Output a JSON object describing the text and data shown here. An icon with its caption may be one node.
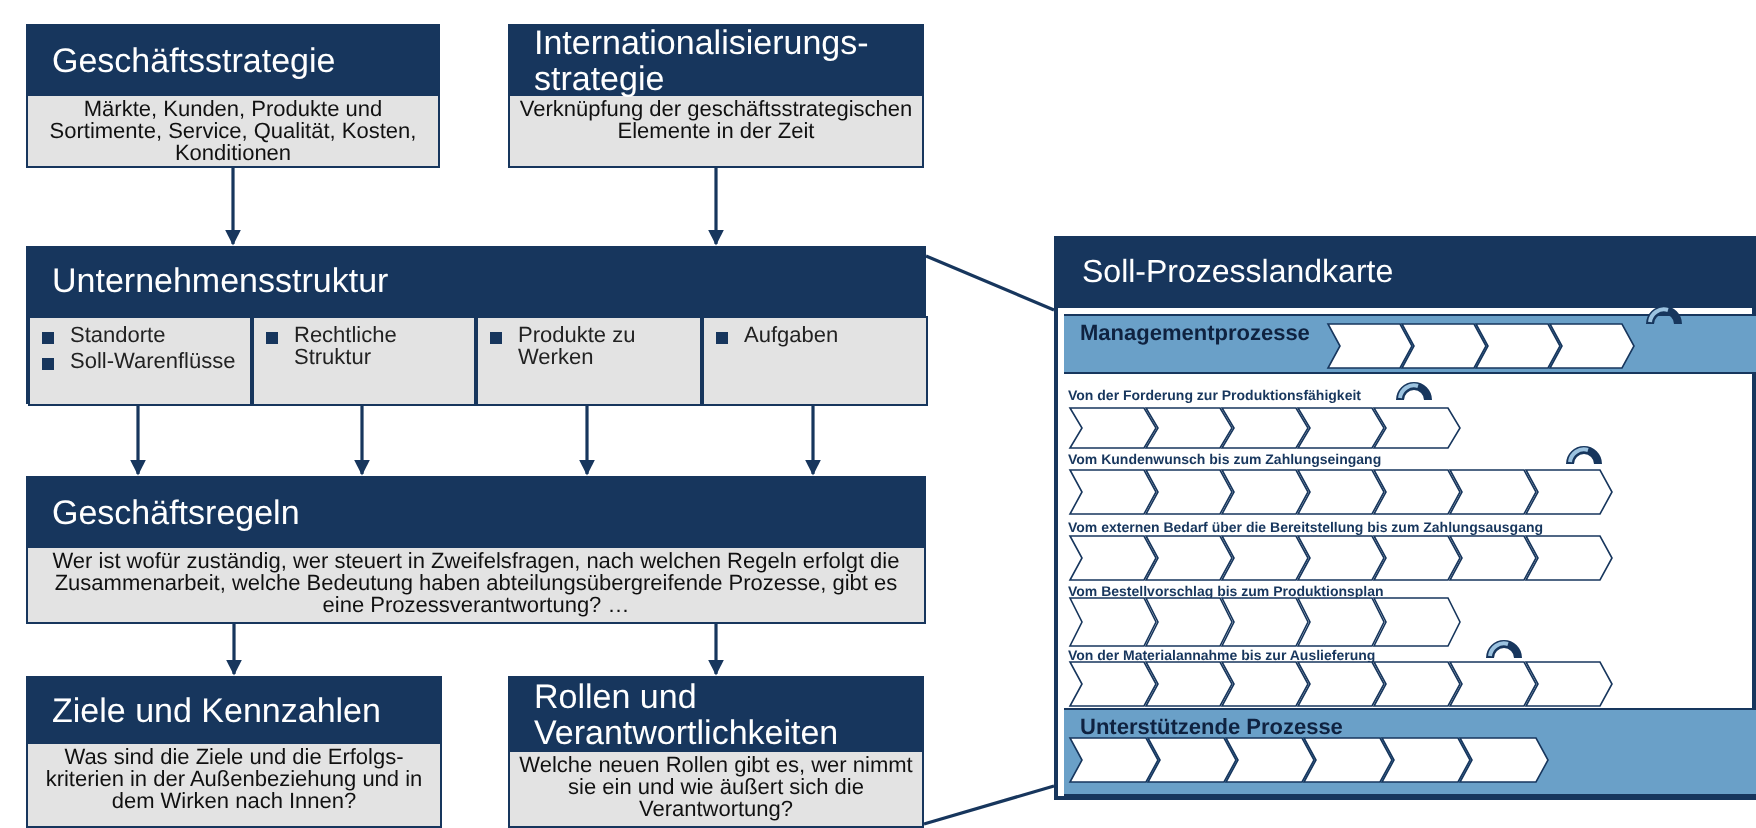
{
  "diagram": {
    "nodes": [
      {
        "text": [
          "Geschäftsstrategie",
          "Märkte, Kunden, Produkte und Sortimente, Service, Qualität, Kosten, Konditionen"
        ]
      },
      {
        "text": [
          "Internationalisierungs-strategie",
          "Verknüpfung der geschäftsstrategischen Elemente in der Zeit"
        ]
      },
      {
        "text": [
          "Unternehmensstruktur"
        ]
      },
      {
        "text": [
          "Standorte",
          "Soll-Warenflüsse"
        ],
        "in": 2
      },
      {
        "text": [
          "Rechtliche Struktur"
        ],
        "in": 2
      },
      {
        "text": [
          "Produkte zu Werken"
        ],
        "in": 2
      },
      {
        "text": [
          "Aufgaben"
        ],
        "in": 2
      },
      {
        "text": [
          "Geschäftsregeln",
          "Wer ist wofür zuständig, wer steuert in Zweifelsfragen, nach welchen Regeln erfolgt die Zusammenarbeit, welche Bedeutung haben abteilungsübergreifende Prozesse, gibt es eine Prozessverantwortung? …"
        ]
      },
      {
        "text": [
          "Ziele und Kennzahlen",
          "Was sind die Ziele und die Erfolgs-kriterien in der Außenbeziehung und in dem Wirken nach Innen?"
        ]
      },
      {
        "text": [
          "Rollen und Verantwortlichkeiten",
          "Welche neuen Rollen gibt es, wer nimmt sie ein und wie äußert sich die Verantwortung?"
        ]
      },
      {
        "text": [
          "Soll-Prozesslandkarte"
        ]
      },
      {
        "text": [
          "Managementprozesse"
        ],
        "in": 10
      },
      {
        "text": [
          "Unterstützende Prozesse"
        ],
        "in": 10
      }
    ],
    "edges": [
      {
        "from": 0,
        "to": 2,
        "arrow": "to"
      },
      {
        "from": 1,
        "to": 2,
        "arrow": "to"
      },
      {
        "from": 3,
        "to": 7,
        "arrow": "to"
      },
      {
        "from": 4,
        "to": 7,
        "arrow": "to"
      },
      {
        "from": 5,
        "to": 7,
        "arrow": "to"
      },
      {
        "from": 6,
        "to": 7,
        "arrow": "to"
      },
      {
        "from": 7,
        "to": 8,
        "arrow": "to"
      },
      {
        "from": 7,
        "to": 9,
        "arrow": "to"
      },
      {
        "from": 2,
        "to": 10,
        "arrow": "none"
      },
      {
        "from": 9,
        "to": 10,
        "arrow": "none"
      }
    ],
    "labels": [
      "Von der Forderung zur Produktionsfähigkeit",
      "Vom Kundenwunsch bis zum Zahlungseingang",
      "Vom externen Bedarf über die Bereitstellung bis zum Zahlungsausgang",
      "Vom Bestellvorschlag bis zum Produktionsplan",
      "Von der Materialannahme bis zur Auslieferung"
    ]
  }
}
